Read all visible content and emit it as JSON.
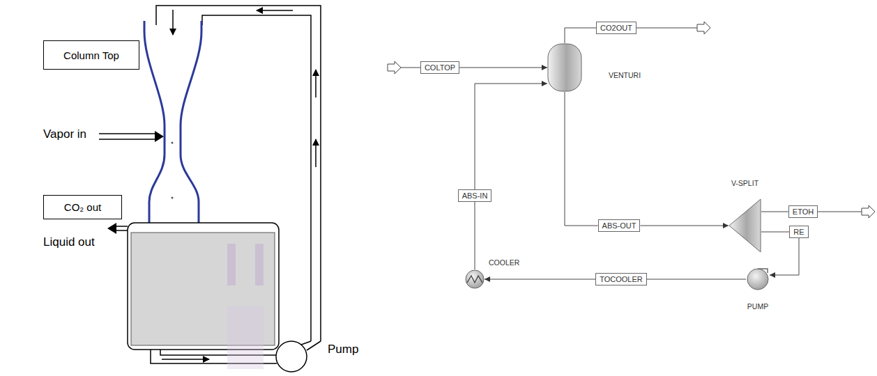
{
  "diagram": {
    "nodes": [
      {
        "text": [
          "Column Top"
        ]
      },
      {
        "text": [
          "CO₂ out"
        ]
      },
      {
        "text": [
          "COLTOP"
        ]
      },
      {
        "text": [
          "CO2OUT"
        ]
      },
      {
        "text": [
          "VENTURI"
        ]
      },
      {
        "text": [
          "ABS-IN"
        ]
      },
      {
        "text": [
          "ABS-OUT"
        ]
      },
      {
        "text": [
          "V-SPLIT"
        ]
      },
      {
        "text": [
          "ETOH"
        ]
      },
      {
        "text": [
          "RE"
        ]
      },
      {
        "text": [
          "COOLER"
        ]
      },
      {
        "text": [
          "TOCOOLER"
        ]
      },
      {
        "text": [
          "PUMP"
        ]
      }
    ],
    "edges": [
      {
        "from": 2,
        "to": 4,
        "arrow": "to"
      },
      {
        "from": 4,
        "to": 3,
        "arrow": "none"
      },
      {
        "from": 4,
        "to": 6,
        "arrow": "none"
      },
      {
        "from": 6,
        "to": 7,
        "arrow": "to"
      },
      {
        "from": 7,
        "to": 8,
        "arrow": "none"
      },
      {
        "from": 7,
        "to": 9,
        "arrow": "none"
      },
      {
        "from": 9,
        "to": 12,
        "arrow": "to"
      },
      {
        "from": 12,
        "to": 11,
        "arrow": "none"
      },
      {
        "from": 11,
        "to": 10,
        "arrow": "to"
      },
      {
        "from": 10,
        "to": 5,
        "arrow": "none"
      },
      {
        "from": 5,
        "to": 4,
        "arrow": "to"
      }
    ],
    "labels": [
      "Vapor in",
      "Liquid out",
      "Pump"
    ]
  }
}
